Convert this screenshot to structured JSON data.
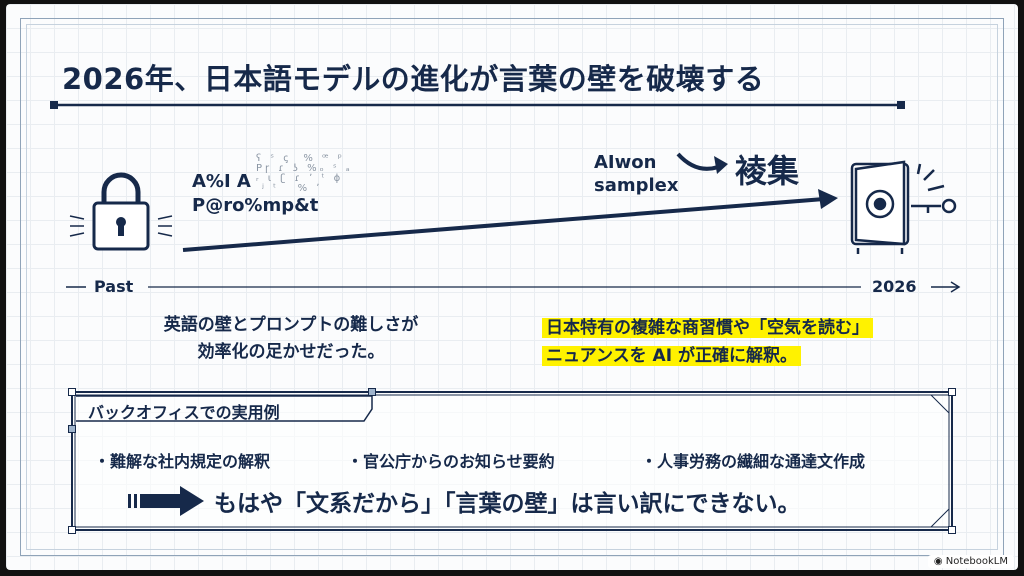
{
  "title": "2026年、日本語モデルの進化が言葉の壁を破壊する",
  "timeline": {
    "past_label": "Past",
    "future_label": "2026",
    "garbled_line1": "A%I  A",
    "garbled_line2": "P@ro%mp&t",
    "ai_text_line1": "AIwon",
    "ai_text_line2": "samplex",
    "result_kanji": "裬集"
  },
  "left_caption": [
    "英語の壁とプロンプトの難しさが",
    "効率化の足かせだった。"
  ],
  "right_caption": [
    "日本特有の複雑な商習慣や「空気を読む」",
    "ニュアンスを AI が正確に解釈。"
  ],
  "use_cases": {
    "heading": "バックオフィスでの実用例",
    "items": [
      "・難解な社内規定の解釈",
      "・官公庁からのお知らせ要約",
      "・人事労務の繊細な通達文作成"
    ],
    "conclusion": "もはや「文系だから」「言葉の壁」は言い訳にできない。"
  },
  "colors": {
    "navy": "#16294a",
    "highlight": "#fff200"
  },
  "watermark": "NotebookLM"
}
